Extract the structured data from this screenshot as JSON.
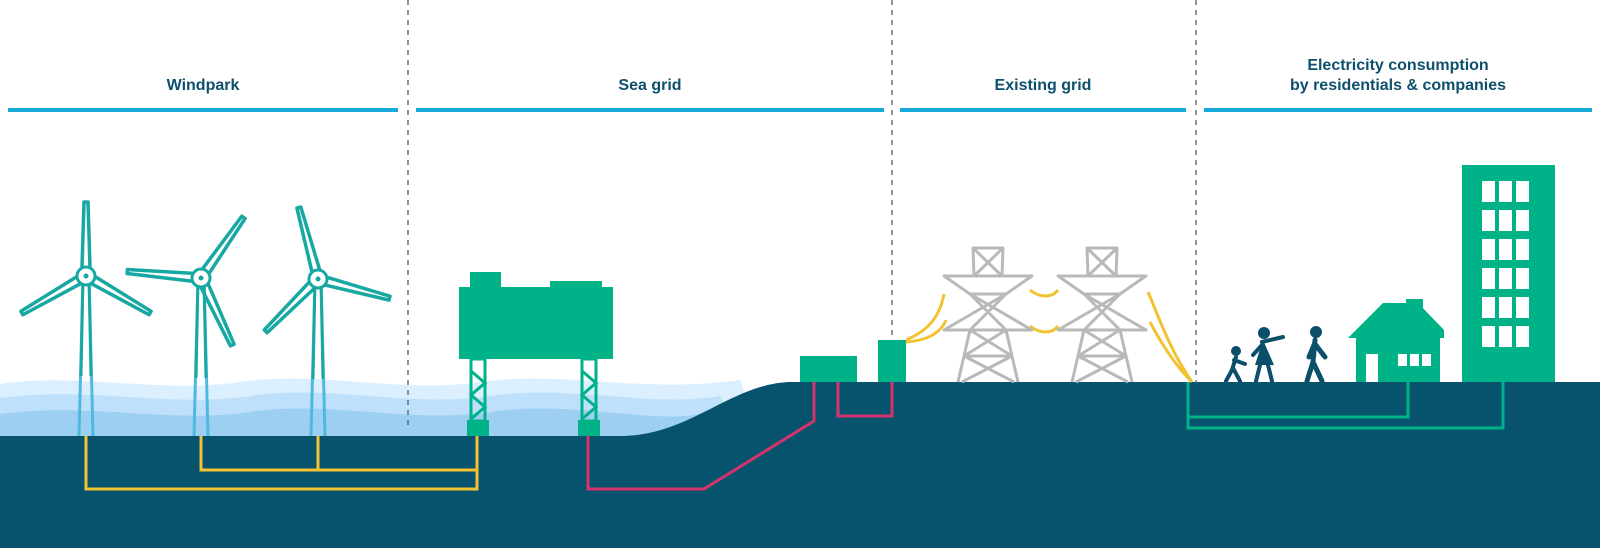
{
  "sections": [
    {
      "title_lines": [
        "Windpark"
      ]
    },
    {
      "title_lines": [
        "Sea grid"
      ]
    },
    {
      "title_lines": [
        "Existing grid"
      ]
    },
    {
      "title_lines": [
        "Electricity consumption",
        "by residentials & companies"
      ]
    }
  ],
  "colors": {
    "title": "#0d4f6c",
    "section_line": "#14a9d6",
    "divider": "#335566",
    "ground": "#07536e",
    "wave_light": "#dcefff",
    "wave_mid": "#bfe0fb",
    "wave_dark": "#9ccff2",
    "turbine": "#17a8a3",
    "turbine_tower": "#4fb8e0",
    "platform": "#00b287",
    "cable_yellow": "#f2c230",
    "cable_magenta": "#d6336c",
    "cable_green": "#00b287",
    "pylon": "#b9b9b9",
    "people": "#0b4f6b",
    "building": "#00b287"
  },
  "icons": [
    "wind-turbine-icon",
    "offshore-platform-icon",
    "substation-icon",
    "power-pylon-icon",
    "people-icon",
    "house-icon",
    "office-building-icon"
  ]
}
